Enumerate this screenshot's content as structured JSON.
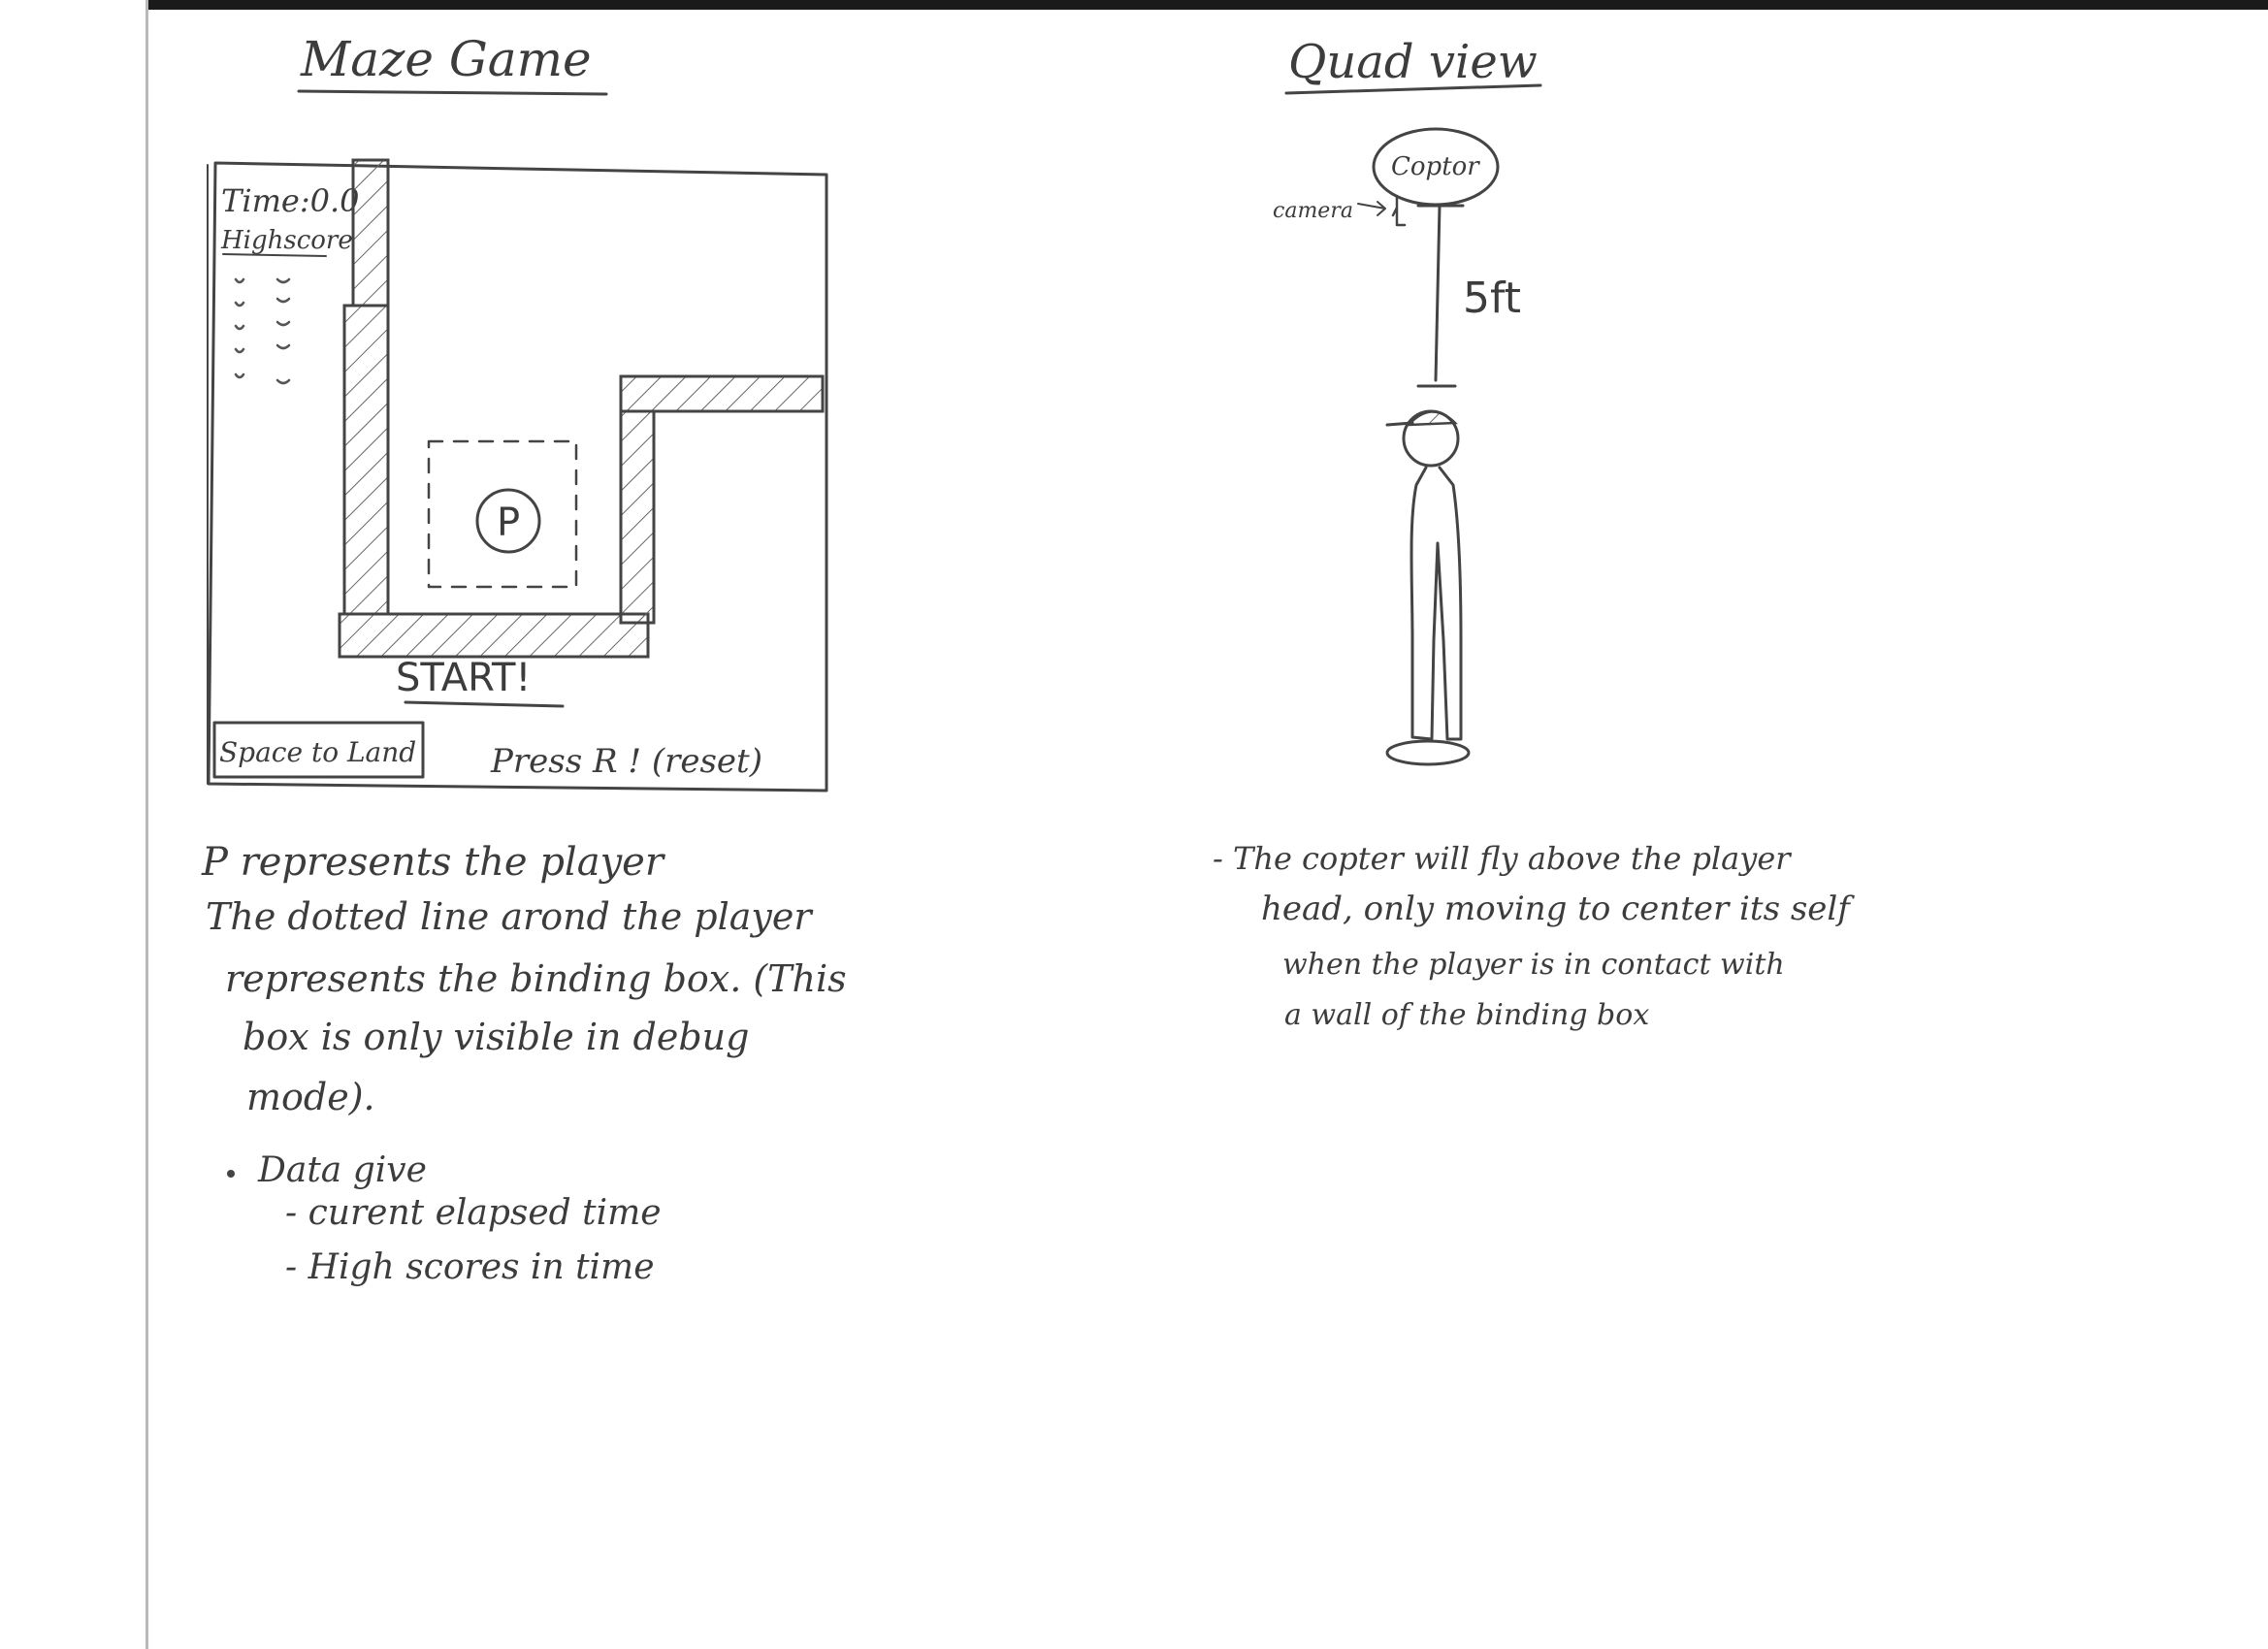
{
  "maze_section": {
    "title": "Maze Game",
    "hud": {
      "time": "Time:0.0",
      "highscore": "Highscore"
    },
    "player_label": "P",
    "start_label": "START!",
    "land_hint": "Space to Land",
    "reset_hint": "Press R ! (reset)"
  },
  "maze_notes": {
    "line1": "P represents the player",
    "line2": "The dotted line arond the player",
    "line3": "represents the binding box. (This",
    "line4": "box is only visible in debug",
    "line5": "mode).",
    "bullet_title": "Data give",
    "sub1": "- curent elapsed time",
    "sub2": "- High scores in time"
  },
  "quad_section": {
    "title": "Quad view",
    "copter_label": "Coptor",
    "camera_label": "camera",
    "distance_label": "5ft"
  },
  "quad_notes": {
    "line1": "- The copter will fly above the player",
    "line2": "head, only moving to center its self",
    "line3": "when the player is in contact with",
    "line4": "a wall of the binding box"
  }
}
